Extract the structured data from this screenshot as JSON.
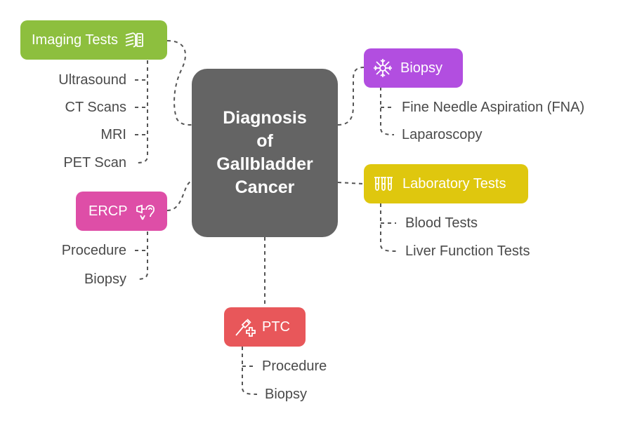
{
  "center": {
    "lines": [
      "Diagnosis",
      "of",
      "Gallbladder",
      "Cancer"
    ]
  },
  "branches": {
    "imaging": {
      "label": "Imaging Tests",
      "color": "#8dbf3e",
      "icon": "xray-hand-icon",
      "items": [
        "Ultrasound",
        "CT Scans",
        "MRI",
        "PET Scan"
      ]
    },
    "ercp": {
      "label": "ERCP",
      "color": "#de4ea7",
      "icon": "hearing-aid-icon",
      "items": [
        "Procedure",
        "Biopsy"
      ]
    },
    "ptc": {
      "label": "PTC",
      "color": "#e8575a",
      "icon": "needle-plus-icon",
      "items": [
        "Procedure",
        "Biopsy"
      ]
    },
    "biopsy": {
      "label": "Biopsy",
      "color": "#b24ee0",
      "icon": "cell-icon",
      "items": [
        "Fine Needle Aspiration (FNA)",
        "Laparoscopy"
      ]
    },
    "lab": {
      "label": "Laboratory Tests",
      "color": "#dfc70e",
      "icon": "test-tubes-icon",
      "items": [
        "Blood Tests",
        "Liver Function Tests"
      ]
    }
  }
}
